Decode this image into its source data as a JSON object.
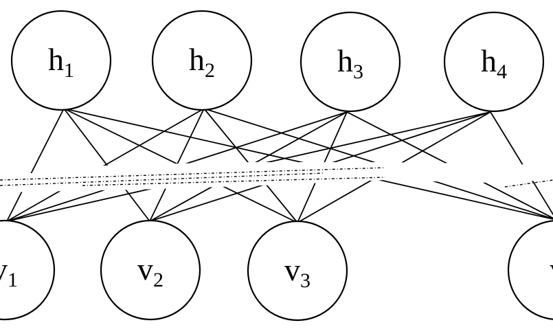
{
  "diagram": {
    "type": "restricted-boltzmann-machine",
    "colors": {
      "stroke": "#000000",
      "fill": "#ffffff"
    },
    "hidden_nodes": [
      {
        "id": "h1",
        "letter": "h",
        "subscript": "1"
      },
      {
        "id": "h2",
        "letter": "h",
        "subscript": "2"
      },
      {
        "id": "h3",
        "letter": "h",
        "subscript": "3"
      },
      {
        "id": "h4",
        "letter": "h",
        "subscript": "4"
      }
    ],
    "visible_nodes": [
      {
        "id": "v1",
        "letter": "v",
        "subscript": "1"
      },
      {
        "id": "v2",
        "letter": "v",
        "subscript": "2"
      },
      {
        "id": "v3",
        "letter": "v",
        "subscript": "3"
      },
      {
        "id": "v4",
        "letter": "v",
        "subscript": ""
      }
    ],
    "edges": [
      [
        "h1",
        "v1"
      ],
      [
        "h1",
        "v2"
      ],
      [
        "h1",
        "v3"
      ],
      [
        "h1",
        "v4"
      ],
      [
        "h2",
        "v1"
      ],
      [
        "h2",
        "v2"
      ],
      [
        "h2",
        "v3"
      ],
      [
        "h2",
        "v4"
      ],
      [
        "h3",
        "v1"
      ],
      [
        "h3",
        "v2"
      ],
      [
        "h3",
        "v3"
      ],
      [
        "h3",
        "v4"
      ],
      [
        "h4",
        "v1"
      ],
      [
        "h4",
        "v2"
      ],
      [
        "h4",
        "v3"
      ],
      [
        "h4",
        "v4"
      ]
    ]
  }
}
